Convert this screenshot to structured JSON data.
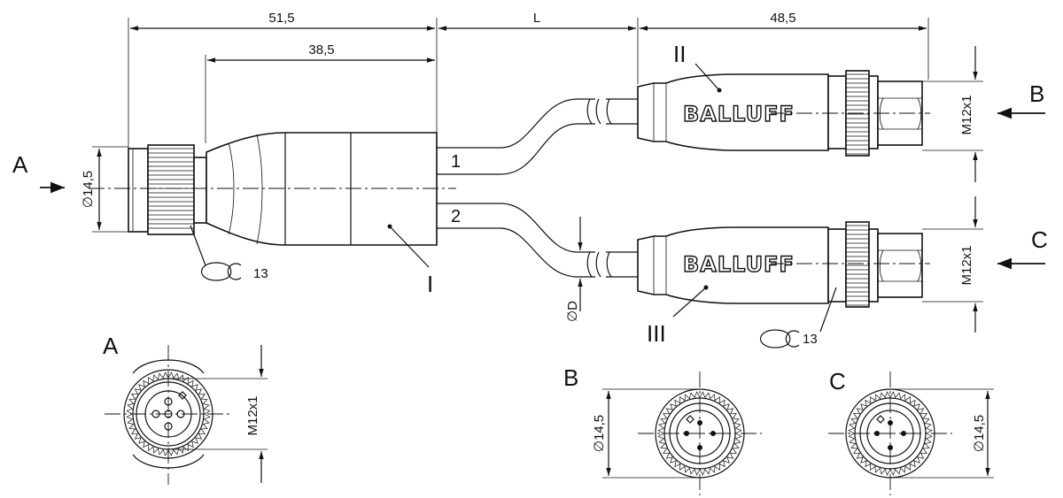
{
  "dimensions": {
    "overall_left": "51,5",
    "inner_left": "38,5",
    "cable_length": "L",
    "overall_right": "48,5",
    "diameter_a": "∅14,5",
    "thread_b": "M12x1",
    "thread_c": "M12x1",
    "cable_diameter": "∅D",
    "wrench_a": "13",
    "wrench_c": "13",
    "view_a_thread": "M12x1",
    "view_b_diameter": "∅14,5",
    "view_c_diameter": "∅14,5"
  },
  "labels": {
    "end_a": "A",
    "end_b": "B",
    "end_c": "C",
    "body_1": "I",
    "body_2": "II",
    "body_3": "III",
    "branch_1": "1",
    "branch_2": "2",
    "view_a": "A",
    "view_b": "B",
    "view_c": "C"
  },
  "brand": {
    "logo_top": "BALLUFF",
    "logo_bottom": "BALLUFF"
  }
}
